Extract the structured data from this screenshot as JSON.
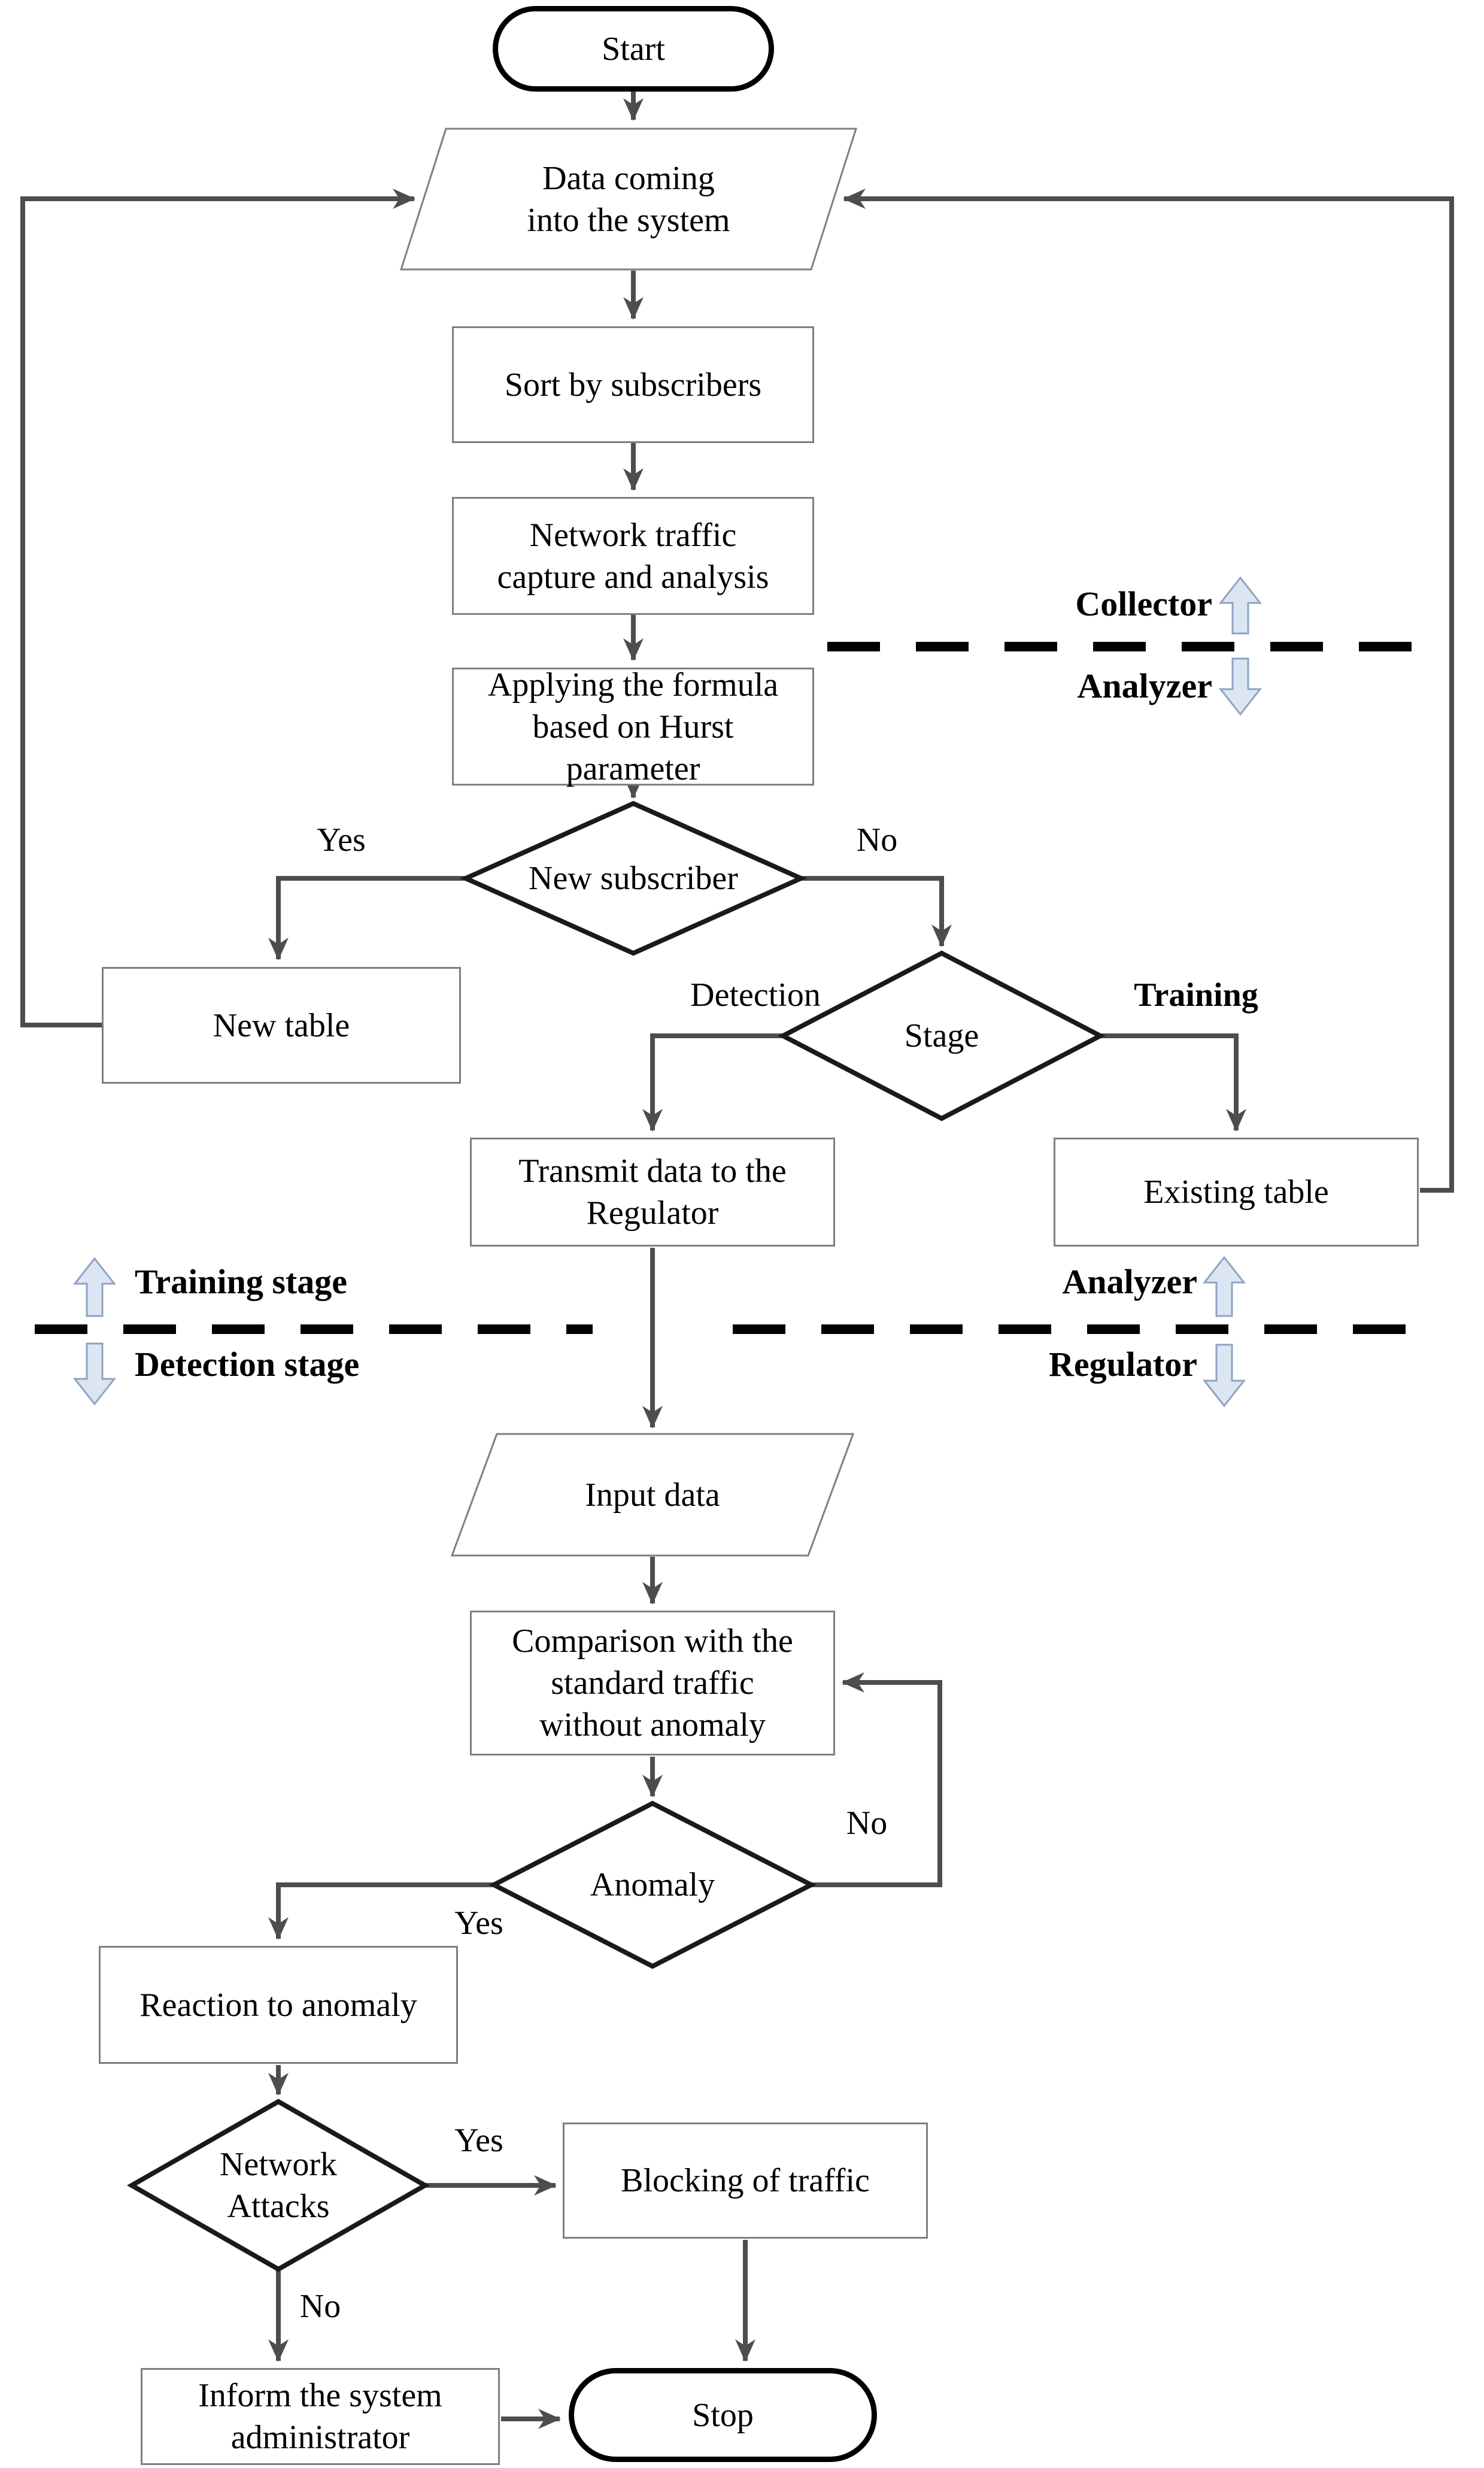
{
  "nodes": {
    "start": "Start",
    "data_coming": "Data coming\ninto the system",
    "sort": "Sort by subscribers",
    "net_traffic": "Network traffic\ncapture and analysis",
    "applying": "Applying the formula\nbased on Hurst\nparameter",
    "new_subscriber": "New subscriber",
    "new_table": "New table",
    "stage": "Stage",
    "transmit": "Transmit data to the\nRegulator",
    "existing": "Existing table",
    "input_data": "Input data",
    "comparison": "Comparison with the\nstandard traffic\nwithout anomaly",
    "anomaly": "Anomaly",
    "reaction": "Reaction to anomaly",
    "net_attacks": "Network\nAttacks",
    "blocking": "Blocking of traffic",
    "inform": "Inform the system\nadministrator",
    "stop": "Stop"
  },
  "edge_labels": {
    "new_subscriber_yes": "Yes",
    "new_subscriber_no": "No",
    "stage_detection": "Detection",
    "stage_training": "Training",
    "anomaly_yes": "Yes",
    "anomaly_no": "No",
    "attacks_yes": "Yes",
    "attacks_no": "No"
  },
  "dividers": {
    "collector_analyzer": {
      "above": "Collector",
      "below": "Analyzer"
    },
    "training_detection": {
      "above": "Training stage",
      "below": "Detection stage"
    },
    "analyzer_regulator": {
      "above": "Analyzer",
      "below": "Regulator"
    }
  },
  "colors": {
    "line": "#4d4d4d",
    "shape_border": "#7f7f7f",
    "terminator_border": "#000000",
    "divider_dash": "#000000",
    "block_arrow_fill": "#dce6f2",
    "block_arrow_border": "#8ea3c2",
    "text": "#000000",
    "background": "#ffffff"
  }
}
